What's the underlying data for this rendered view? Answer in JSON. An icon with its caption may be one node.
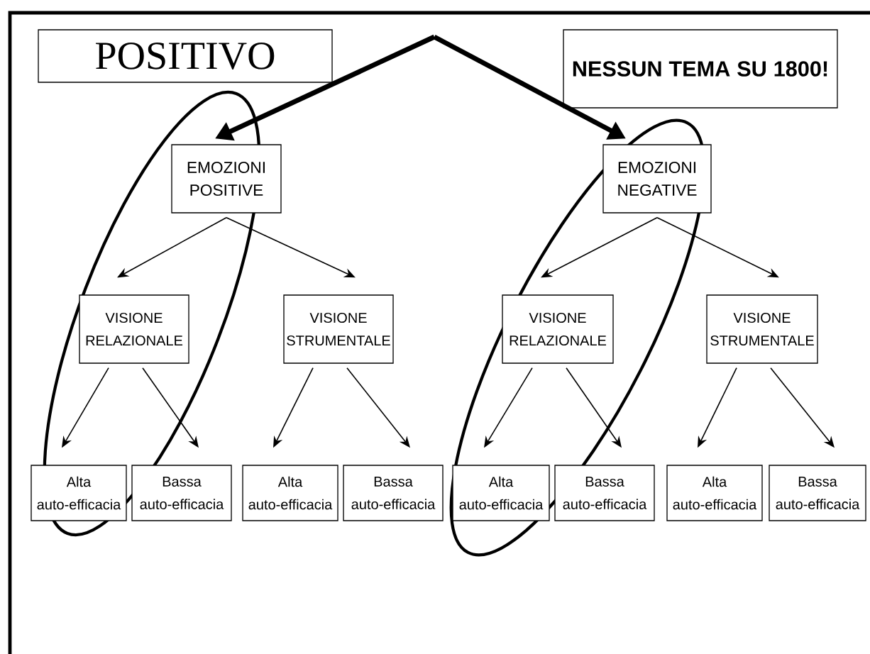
{
  "diagram": {
    "nodes": [
      {
        "text": [
          "POSITIVO"
        ]
      },
      {
        "text": [
          "NESSUN TEMA SU 1800!"
        ]
      },
      {
        "text": [
          "EMOZIONI POSITIVE"
        ]
      },
      {
        "text": [
          "EMOZIONI NEGATIVE"
        ]
      },
      {
        "text": [
          "VISIONE RELAZIONALE"
        ]
      },
      {
        "text": [
          "VISIONE STRUMENTALE"
        ]
      },
      {
        "text": [
          "VISIONE RELAZIONALE"
        ]
      },
      {
        "text": [
          "VISIONE STRUMENTALE"
        ]
      },
      {
        "text": [
          "Alta auto-efficacia"
        ]
      },
      {
        "text": [
          "Bassa auto-efficacia"
        ]
      },
      {
        "text": [
          "Alta auto-efficacia"
        ]
      },
      {
        "text": [
          "Bassa auto-efficacia"
        ]
      },
      {
        "text": [
          "Alta auto-efficacia"
        ]
      },
      {
        "text": [
          "Bassa auto-efficacia"
        ]
      },
      {
        "text": [
          "Alta auto-efficacia"
        ]
      },
      {
        "text": [
          "Bassa auto-efficacia"
        ]
      }
    ],
    "edges": [
      {
        "from": null,
        "to": 2,
        "arrow": "to",
        "style": "thick"
      },
      {
        "from": null,
        "to": 3,
        "arrow": "to",
        "style": "thick"
      },
      {
        "from": 2,
        "to": 4,
        "arrow": "to"
      },
      {
        "from": 2,
        "to": 5,
        "arrow": "to"
      },
      {
        "from": 3,
        "to": 6,
        "arrow": "to"
      },
      {
        "from": 3,
        "to": 7,
        "arrow": "to"
      },
      {
        "from": 4,
        "to": 8,
        "arrow": "to"
      },
      {
        "from": 4,
        "to": 9,
        "arrow": "to"
      },
      {
        "from": 5,
        "to": 10,
        "arrow": "to"
      },
      {
        "from": 5,
        "to": 11,
        "arrow": "to"
      },
      {
        "from": 6,
        "to": 12,
        "arrow": "to"
      },
      {
        "from": 6,
        "to": 13,
        "arrow": "to"
      },
      {
        "from": 7,
        "to": 14,
        "arrow": "to"
      },
      {
        "from": 7,
        "to": 15,
        "arrow": "to"
      }
    ]
  }
}
